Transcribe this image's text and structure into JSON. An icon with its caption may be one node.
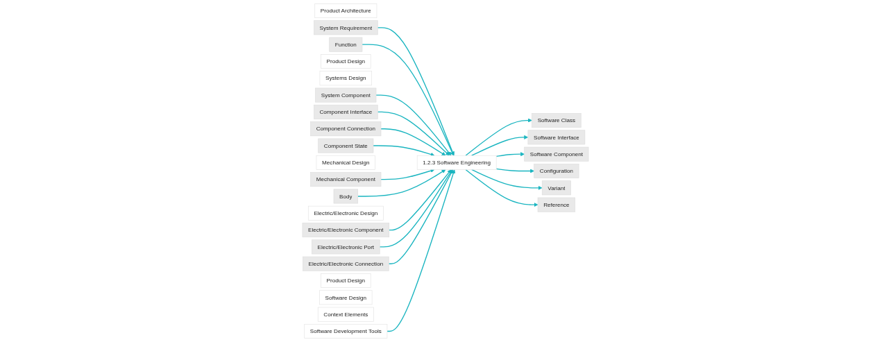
{
  "diagram": {
    "nodes": [
      {
        "text": [
          "Product Architecture"
        ]
      },
      {
        "text": [
          "System Requirement"
        ]
      },
      {
        "text": [
          "Function"
        ]
      },
      {
        "text": [
          "Product Design"
        ]
      },
      {
        "text": [
          "Systems Design"
        ]
      },
      {
        "text": [
          "System Component"
        ]
      },
      {
        "text": [
          "Component Interface"
        ]
      },
      {
        "text": [
          "Component Connection"
        ]
      },
      {
        "text": [
          "Component State"
        ]
      },
      {
        "text": [
          "Mechanical Design"
        ]
      },
      {
        "text": [
          "Mechanical Component"
        ]
      },
      {
        "text": [
          "Body"
        ]
      },
      {
        "text": [
          "Electric/Electronic Design"
        ]
      },
      {
        "text": [
          "Electric/Electronic Component"
        ]
      },
      {
        "text": [
          "Electric/Electronic Port"
        ]
      },
      {
        "text": [
          "Electric/Electronic Connection"
        ]
      },
      {
        "text": [
          "1.2.3 Software Engineering"
        ]
      },
      {
        "text": [
          "Product Design"
        ]
      },
      {
        "text": [
          "Software Design"
        ]
      },
      {
        "text": [
          "Software Class"
        ]
      },
      {
        "text": [
          "Software Interface"
        ]
      },
      {
        "text": [
          "Software Component"
        ]
      },
      {
        "text": [
          "Context Elements"
        ]
      },
      {
        "text": [
          "Configuration"
        ]
      },
      {
        "text": [
          "Variant"
        ]
      },
      {
        "text": [
          "Reference"
        ]
      },
      {
        "text": [
          "Software Development Tools"
        ]
      }
    ],
    "edges": [
      {
        "from": 1,
        "to": 16,
        "arrow": "to"
      },
      {
        "from": 2,
        "to": 16,
        "arrow": "to"
      },
      {
        "from": 5,
        "to": 16,
        "arrow": "to"
      },
      {
        "from": 6,
        "to": 16,
        "arrow": "to"
      },
      {
        "from": 7,
        "to": 16,
        "arrow": "to"
      },
      {
        "from": 8,
        "to": 16,
        "arrow": "to"
      },
      {
        "from": 10,
        "to": 16,
        "arrow": "to"
      },
      {
        "from": 11,
        "to": 16,
        "arrow": "to"
      },
      {
        "from": 13,
        "to": 16,
        "arrow": "to"
      },
      {
        "from": 14,
        "to": 16,
        "arrow": "to"
      },
      {
        "from": 15,
        "to": 16,
        "arrow": "to"
      },
      {
        "from": 26,
        "to": 16,
        "arrow": "to"
      },
      {
        "from": 16,
        "to": 19,
        "arrow": "to"
      },
      {
        "from": 16,
        "to": 20,
        "arrow": "to"
      },
      {
        "from": 16,
        "to": 21,
        "arrow": "to"
      },
      {
        "from": 16,
        "to": 23,
        "arrow": "to"
      },
      {
        "from": 16,
        "to": 24,
        "arrow": "to"
      },
      {
        "from": 16,
        "to": 25,
        "arrow": "to"
      }
    ]
  }
}
